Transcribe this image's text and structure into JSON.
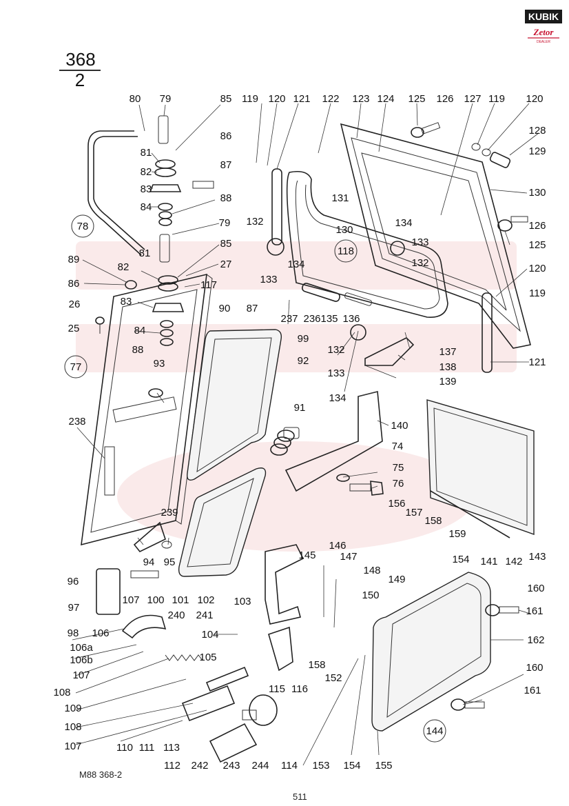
{
  "page": {
    "number": "368",
    "sub": "2",
    "footer": "M88 368-2",
    "bottom_mark": "511"
  },
  "logo": {
    "main": "KUBIK",
    "sub": "Zetor",
    "tag": "DEALER",
    "color_red": "#c8102e",
    "color_dark": "#1a1a1a"
  },
  "parts": [
    {
      "n": "80"
    },
    {
      "n": "79"
    },
    {
      "n": "85"
    },
    {
      "n": "119"
    },
    {
      "n": "120"
    },
    {
      "n": "121"
    },
    {
      "n": "122"
    },
    {
      "n": "123"
    },
    {
      "n": "124"
    },
    {
      "n": "125"
    },
    {
      "n": "126"
    },
    {
      "n": "127"
    },
    {
      "n": "119"
    },
    {
      "n": "120"
    },
    {
      "n": "128"
    },
    {
      "n": "129"
    },
    {
      "n": "130"
    },
    {
      "n": "86"
    },
    {
      "n": "81"
    },
    {
      "n": "82"
    },
    {
      "n": "87"
    },
    {
      "n": "83"
    },
    {
      "n": "88"
    },
    {
      "n": "84"
    },
    {
      "n": "131"
    },
    {
      "n": "130"
    },
    {
      "n": "126"
    },
    {
      "n": "134"
    },
    {
      "n": "78"
    },
    {
      "n": "79"
    },
    {
      "n": "132"
    },
    {
      "n": "133"
    },
    {
      "n": "125"
    },
    {
      "n": "85"
    },
    {
      "n": "118"
    },
    {
      "n": "132"
    },
    {
      "n": "81"
    },
    {
      "n": "27"
    },
    {
      "n": "89"
    },
    {
      "n": "82"
    },
    {
      "n": "133"
    },
    {
      "n": "134"
    },
    {
      "n": "120"
    },
    {
      "n": "86"
    },
    {
      "n": "117"
    },
    {
      "n": "119"
    },
    {
      "n": "26"
    },
    {
      "n": "83"
    },
    {
      "n": "90"
    },
    {
      "n": "87"
    },
    {
      "n": "237"
    },
    {
      "n": "236"
    },
    {
      "n": "135"
    },
    {
      "n": "136"
    },
    {
      "n": "25"
    },
    {
      "n": "84"
    },
    {
      "n": "99"
    },
    {
      "n": "88"
    },
    {
      "n": "132"
    },
    {
      "n": "137"
    },
    {
      "n": "92"
    },
    {
      "n": "133"
    },
    {
      "n": "138"
    },
    {
      "n": "121"
    },
    {
      "n": "77"
    },
    {
      "n": "93"
    },
    {
      "n": "139"
    },
    {
      "n": "134"
    },
    {
      "n": "91"
    },
    {
      "n": "140"
    },
    {
      "n": "74"
    },
    {
      "n": "238"
    },
    {
      "n": "75"
    },
    {
      "n": "76"
    },
    {
      "n": "239"
    },
    {
      "n": "156"
    },
    {
      "n": "157"
    },
    {
      "n": "158"
    },
    {
      "n": "146"
    },
    {
      "n": "159"
    },
    {
      "n": "145"
    },
    {
      "n": "94"
    },
    {
      "n": "95"
    },
    {
      "n": "147"
    },
    {
      "n": "154"
    },
    {
      "n": "141"
    },
    {
      "n": "142"
    },
    {
      "n": "143"
    },
    {
      "n": "96"
    },
    {
      "n": "148"
    },
    {
      "n": "149"
    },
    {
      "n": "107"
    },
    {
      "n": "100"
    },
    {
      "n": "101"
    },
    {
      "n": "102"
    },
    {
      "n": "97"
    },
    {
      "n": "160"
    },
    {
      "n": "150"
    },
    {
      "n": "103"
    },
    {
      "n": "161"
    },
    {
      "n": "240"
    },
    {
      "n": "241"
    },
    {
      "n": "98"
    },
    {
      "n": "106"
    },
    {
      "n": "104"
    },
    {
      "n": "162"
    },
    {
      "n": "106a"
    },
    {
      "n": "106b"
    },
    {
      "n": "158"
    },
    {
      "n": "105"
    },
    {
      "n": "107"
    },
    {
      "n": "152"
    },
    {
      "n": "116"
    },
    {
      "n": "160"
    },
    {
      "n": "108"
    },
    {
      "n": "115"
    },
    {
      "n": "109"
    },
    {
      "n": "161"
    },
    {
      "n": "108"
    },
    {
      "n": "144"
    },
    {
      "n": "107"
    },
    {
      "n": "110"
    },
    {
      "n": "111"
    },
    {
      "n": "113"
    },
    {
      "n": "112"
    },
    {
      "n": "242"
    },
    {
      "n": "243"
    },
    {
      "n": "244"
    },
    {
      "n": "114"
    },
    {
      "n": "153"
    },
    {
      "n": "154"
    },
    {
      "n": "155"
    }
  ]
}
